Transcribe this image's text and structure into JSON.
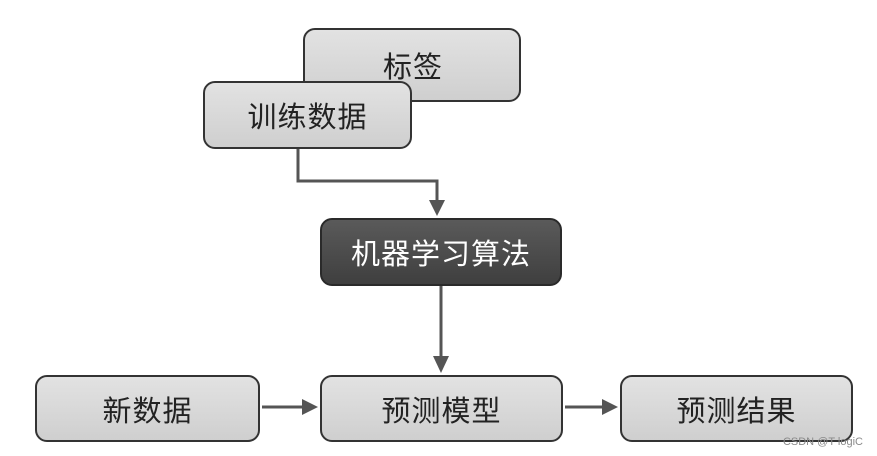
{
  "diagram": {
    "nodes": {
      "label": "标签",
      "training_data": "训练数据",
      "ml_algorithm": "机器学习算法",
      "new_data": "新数据",
      "prediction_model": "预测模型",
      "prediction_result": "预测结果"
    },
    "edges": [
      {
        "from": "training_data",
        "to": "ml_algorithm"
      },
      {
        "from": "ml_algorithm",
        "to": "prediction_model"
      },
      {
        "from": "new_data",
        "to": "prediction_model"
      },
      {
        "from": "prediction_model",
        "to": "prediction_result"
      }
    ],
    "colors": {
      "box_fill": "#d8d8d8",
      "box_fill_dark": "#4a4a4a",
      "border": "#333333",
      "arrow": "#555555"
    }
  },
  "watermark": "CSDN @T logiC"
}
